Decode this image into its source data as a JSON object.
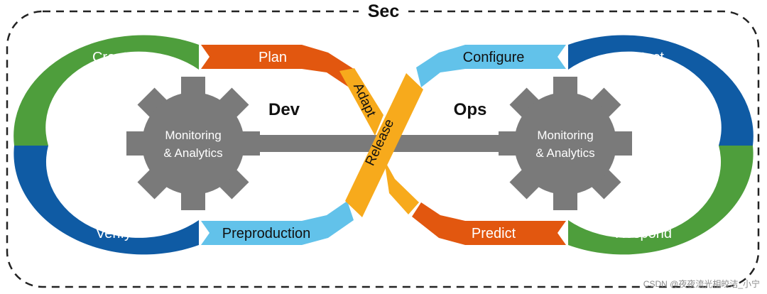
{
  "title": "Sec",
  "dev_label": "Dev",
  "ops_label": "Ops",
  "dev_segments": {
    "create": "Create",
    "plan": "Plan",
    "verify": "Verify",
    "preproduction": "Preproduction"
  },
  "cross_segments": {
    "adapt": "Adapt",
    "release": "Release"
  },
  "ops_segments": {
    "configure": "Configure",
    "detect": "Detect",
    "predict": "Predict",
    "respond": "Respond"
  },
  "gears": {
    "left_line1": "Monitoring",
    "left_line2": "& Analytics",
    "right_line1": "Monitoring",
    "right_line2": "& Analytics"
  },
  "watermark": "CSDN @夜夜流光相皎洁_小宁",
  "colors": {
    "green": "#4e9e3c",
    "blue": "#0f5ba4",
    "orange": "#e2570f",
    "light_blue": "#62c2ea",
    "amber": "#f7aa1c",
    "gear": "#7a7a7a",
    "dashed_border": "#222222"
  }
}
